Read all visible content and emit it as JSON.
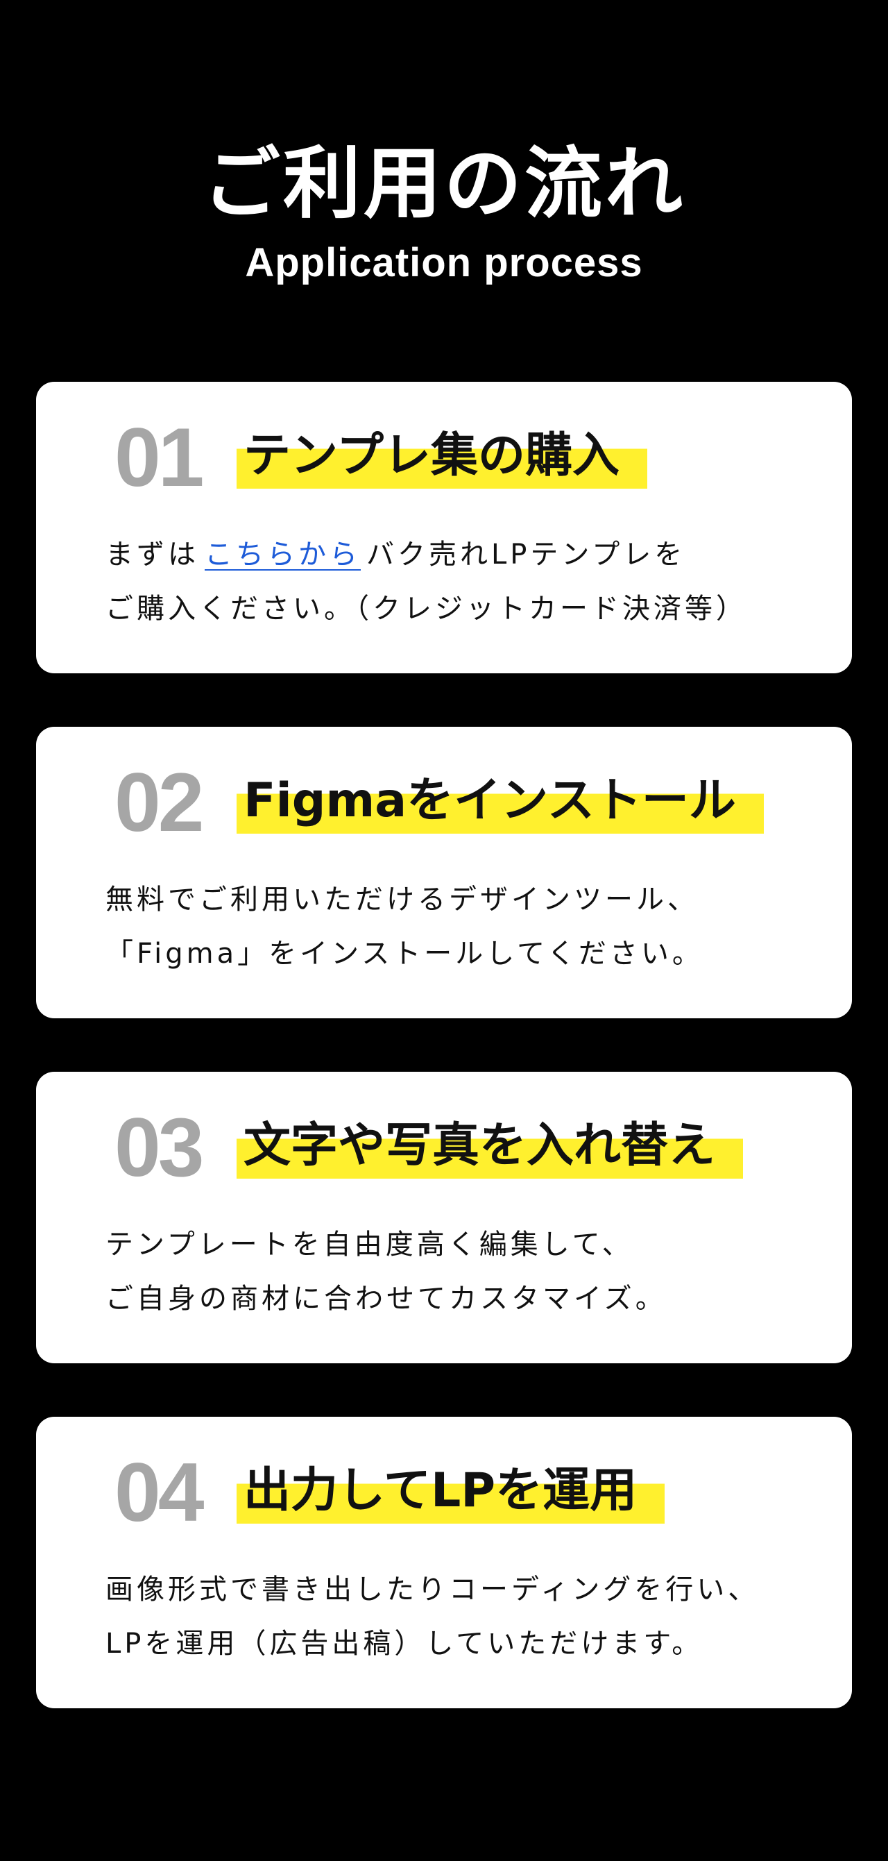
{
  "header": {
    "title": "ご利用の流れ",
    "subtitle": "Application process"
  },
  "colors": {
    "background": "#000000",
    "card": "#ffffff",
    "highlight": "#fff02e",
    "step_number": "#a6a6a6",
    "link": "#1d5bd8"
  },
  "steps": [
    {
      "number": "01",
      "title": "テンプレ集の購入",
      "line1_before": "まずは",
      "line1_link": "こちらから",
      "line1_after": "バク売れLPテンプレを",
      "line2": "ご購入ください。（クレジットカード決済等）"
    },
    {
      "number": "02",
      "title": "Figmaをインストール",
      "line1": "無料でご利用いただけるデザインツール、",
      "line2": "「Figma」をインストールしてください。"
    },
    {
      "number": "03",
      "title": "文字や写真を入れ替え",
      "line1": "テンプレートを自由度高く編集して、",
      "line2": "ご自身の商材に合わせてカスタマイズ。"
    },
    {
      "number": "04",
      "title": "出力してLPを運用",
      "line1": "画像形式で書き出したりコーディングを行い、",
      "line2": "LPを運用（広告出稿）していただけます。"
    }
  ]
}
